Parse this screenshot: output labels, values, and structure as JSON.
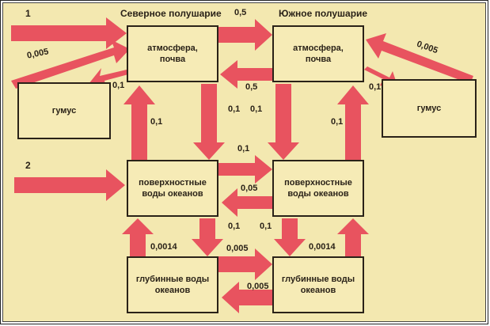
{
  "headers": {
    "north": "Северное полушарие",
    "south": "Южное полушарие"
  },
  "inputs": {
    "one": "1",
    "two": "2"
  },
  "boxes": {
    "atm_n": "атмосфера,\nпочва",
    "atm_s": "атмосфера,\nпочва",
    "humus_l": "гумус",
    "humus_r": "гумус",
    "surf_n": "поверхностные\nводы океанов",
    "surf_s": "поверхностные\nводы океанов",
    "deep_n": "глубинные воды\nокеанов",
    "deep_s": "глубинные воды\nокеанов"
  },
  "flows": {
    "atm_n_to_s": "0,5",
    "atm_s_to_n": "0,5",
    "humus_l_to_atm": "0,005",
    "atm_to_humus_l": "0,1",
    "humus_r_to_atm": "0,005",
    "atm_to_humus_r": "0,1",
    "surf_n_up": "0,1",
    "atm_n_down": "0,1",
    "atm_s_down": "0,1",
    "surf_s_up": "0,1",
    "surf_n_to_s": "0,1",
    "surf_s_to_n": "0,05",
    "surf_n_down": "0,1",
    "surf_s_down": "0,1",
    "deep_n_up": "0,0014",
    "deep_s_up": "0,0014",
    "deep_n_to_s": "0,005",
    "deep_s_to_n": "0,005"
  },
  "colors": {
    "arrow": "#e8535f",
    "box_fill": "#f6ebb6",
    "paper": "#f3e8b0",
    "outline": "#2a2218"
  }
}
